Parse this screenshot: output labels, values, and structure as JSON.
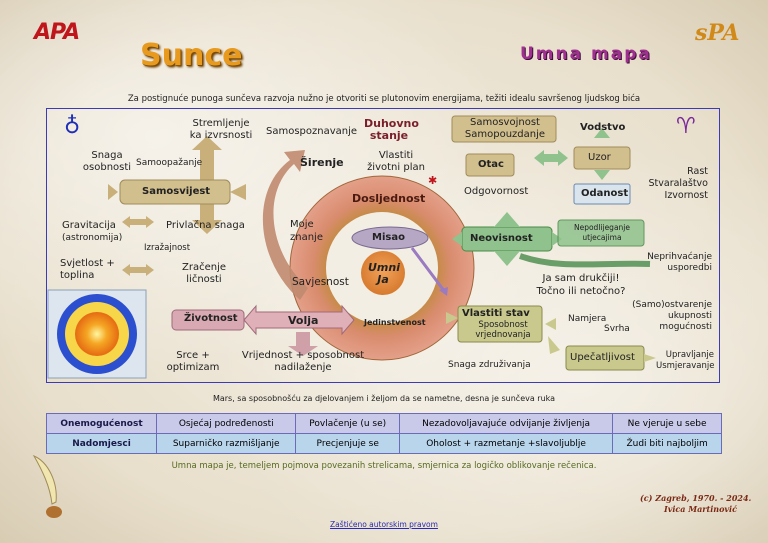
{
  "header": {
    "logo_left": "APA",
    "title": "Sunce",
    "subtitle": "Umna mapa",
    "logo_right": "sPA"
  },
  "intro": "Za postignuće punoga sunčeva razvoja nužno je otvoriti se plutonovim energijama, težiti idealu savršenog ljudskog bića",
  "symbols": {
    "left": "♁",
    "right": "♈"
  },
  "diagram": {
    "center": "Umni Ja",
    "misao": "Misao",
    "dosljednost": "Dosljednost",
    "savjesnost": "Savjesnost",
    "jedinstvenost": "Jedinstvenost",
    "moje_znanje": "Moje znanje",
    "samospoznavanje": "Samospoznavanje",
    "duhovno": "Duhovno stanje",
    "sirenje": "Širenje",
    "vlastiti_plan": "Vlastiti životni plan",
    "stremljenje": "Stremljenje ka izvrsnosti",
    "snaga_osobnosti": "Snaga osobnosti",
    "samoopazanje": "Samoopažanje",
    "samosvijest": "Samosvijest",
    "gravitacija": "Gravitacija",
    "astronomija": "(astronomija)",
    "privlacna": "Privlačna snaga",
    "izrazajnost": "Izražajnost",
    "svjetlost": "Svjetlost + toplina",
    "zracenje": "Zračenje ličnosti",
    "zivotnost": "Životnost",
    "volja": "Volja",
    "srce": "Srce + optimizam",
    "vrijednost": "Vrijednost + sposobnost nadilaženje",
    "samosvojnost": "Samosvojnost Samopouzdanje",
    "vodstvo": "Vodstvo",
    "otac": "Otac",
    "uzor": "Uzor",
    "odgovornost": "Odgovornost",
    "odanost": "Odanost",
    "rast": "Rast Stvaralaštvo Izvornost",
    "neovisnost": "Neovisnost",
    "nepodlijeganje": "Nepodlijeganje utjecajima",
    "neprihvacanje": "Neprihvaćanje usporedbi",
    "drukciji": "Ja sam drukčiji! Točno ili netočno?",
    "vlastiti_stav": "Vlastiti stav",
    "sposobnost": "Sposobnost vrjednovanja",
    "samoostvarenje": "(Samo)ostvarenje ukupnosti mogućnosti",
    "namjera": "Namjera",
    "svrha": "Svrha",
    "snaga_zdruzivanja": "Snaga združivanja",
    "upecatljivost": "Upečatljivost",
    "upravljanje": "Upravljanje Usmjeravanje"
  },
  "caption": "Mars, sa sposobnošću za djelovanjem i željom da se nametne, desna je sunčeva ruka",
  "table": {
    "rows": [
      {
        "head": "Onemogućenost",
        "cells": [
          "Osjećaj podređenosti",
          "Povlačenje (u se)",
          "Nezadovoljavajuće odvijanje življenja",
          "Ne vjeruje u sebe"
        ]
      },
      {
        "head": "Nadomjesci",
        "cells": [
          "Suparničko razmišljanje",
          "Precjenjuje se",
          "Oholost + razmetanje +slavoljublje",
          "Žudi biti najboljim"
        ]
      }
    ]
  },
  "footnote": "Umna mapa je, temeljem pojmova povezanih strelicama, smjernica za logičko oblikovanje rečenica.",
  "copyright": [
    "(c) Zagreb, 1970. - 2024.",
    "Ivica Martinović"
  ],
  "link": "Zaštićeno autorskim pravom",
  "colors": {
    "frame": "#3b3bb8",
    "tan": "#d2bf8e",
    "green": "#8fc28c",
    "pink": "#e8a3a8",
    "olive": "#c9c98e",
    "ring_outer": "#e48b7e",
    "ring_inner": "#b8862e"
  }
}
